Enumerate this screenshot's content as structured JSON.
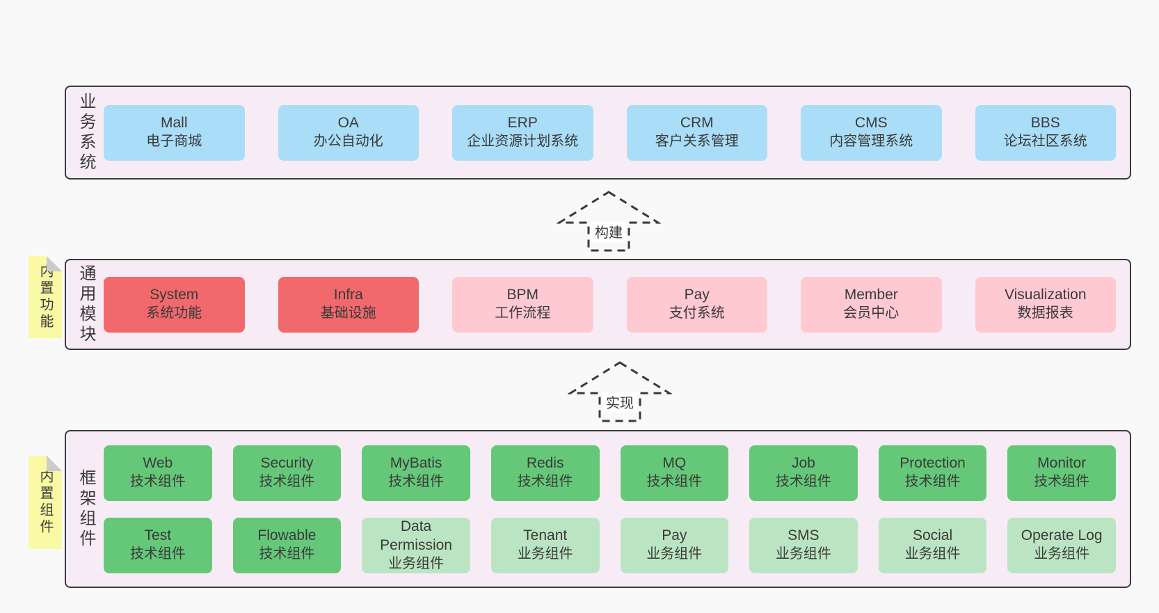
{
  "page": {
    "background": "#f9f9f9"
  },
  "palette": {
    "page_bg": "#f9f9f9",
    "band_bg": "#f7ecf5",
    "border": "#3a3a3a",
    "text": "#3a3a3a",
    "blue": "#aaddf7",
    "red": "#f1696c",
    "pink": "#ffc9d2",
    "green": "#65c879",
    "light_green": "#bbe5c2",
    "sticky_yellow": "#fafaa5",
    "sticky_fold": "#cccccc"
  },
  "arrows": [
    {
      "label": "构建"
    },
    {
      "label": "实现"
    }
  ],
  "bands": [
    {
      "id": "business-systems",
      "label": "业务系统",
      "sticky": null,
      "columns": 6,
      "rows": [
        [
          {
            "name": "Mall",
            "desc": "电子商城",
            "type": "blue"
          },
          {
            "name": "OA",
            "desc": "办公自动化",
            "type": "blue"
          },
          {
            "name": "ERP",
            "desc": "企业资源计划系统",
            "type": "blue"
          },
          {
            "name": "CRM",
            "desc": "客户关系管理",
            "type": "blue"
          },
          {
            "name": "CMS",
            "desc": "内容管理系统",
            "type": "blue"
          },
          {
            "name": "BBS",
            "desc": "论坛社区系统",
            "type": "blue"
          }
        ]
      ]
    },
    {
      "id": "common-modules",
      "label": "通用模块",
      "sticky": "内置功能",
      "columns": 6,
      "rows": [
        [
          {
            "name": "System",
            "desc": "系统功能",
            "type": "red"
          },
          {
            "name": "Infra",
            "desc": "基础设施",
            "type": "red"
          },
          {
            "name": "BPM",
            "desc": "工作流程",
            "type": "pink"
          },
          {
            "name": "Pay",
            "desc": "支付系统",
            "type": "pink"
          },
          {
            "name": "Member",
            "desc": "会员中心",
            "type": "pink"
          },
          {
            "name": "Visualization",
            "desc": "数据报表",
            "type": "pink"
          }
        ]
      ]
    },
    {
      "id": "framework-components",
      "label": "框架组件",
      "sticky": "内置组件",
      "columns": 8,
      "rows": [
        [
          {
            "name": "Web",
            "desc": "技术组件",
            "type": "green"
          },
          {
            "name": "Security",
            "desc": "技术组件",
            "type": "green"
          },
          {
            "name": "MyBatis",
            "desc": "技术组件",
            "type": "green"
          },
          {
            "name": "Redis",
            "desc": "技术组件",
            "type": "green"
          },
          {
            "name": "MQ",
            "desc": "技术组件",
            "type": "green"
          },
          {
            "name": "Job",
            "desc": "技术组件",
            "type": "green"
          },
          {
            "name": "Protection",
            "desc": "技术组件",
            "type": "green"
          },
          {
            "name": "Monitor",
            "desc": "技术组件",
            "type": "green"
          }
        ],
        [
          {
            "name": "Test",
            "desc": "技术组件",
            "type": "green"
          },
          {
            "name": "Flowable",
            "desc": "技术组件",
            "type": "green"
          },
          {
            "name": "Data Permission",
            "desc": "业务组件",
            "type": "light_green"
          },
          {
            "name": "Tenant",
            "desc": "业务组件",
            "type": "light_green"
          },
          {
            "name": "Pay",
            "desc": "业务组件",
            "type": "light_green"
          },
          {
            "name": "SMS",
            "desc": "业务组件",
            "type": "light_green"
          },
          {
            "name": "Social",
            "desc": "业务组件",
            "type": "light_green"
          },
          {
            "name": "Operate Log",
            "desc": "业务组件",
            "type": "light_green"
          }
        ]
      ]
    }
  ]
}
